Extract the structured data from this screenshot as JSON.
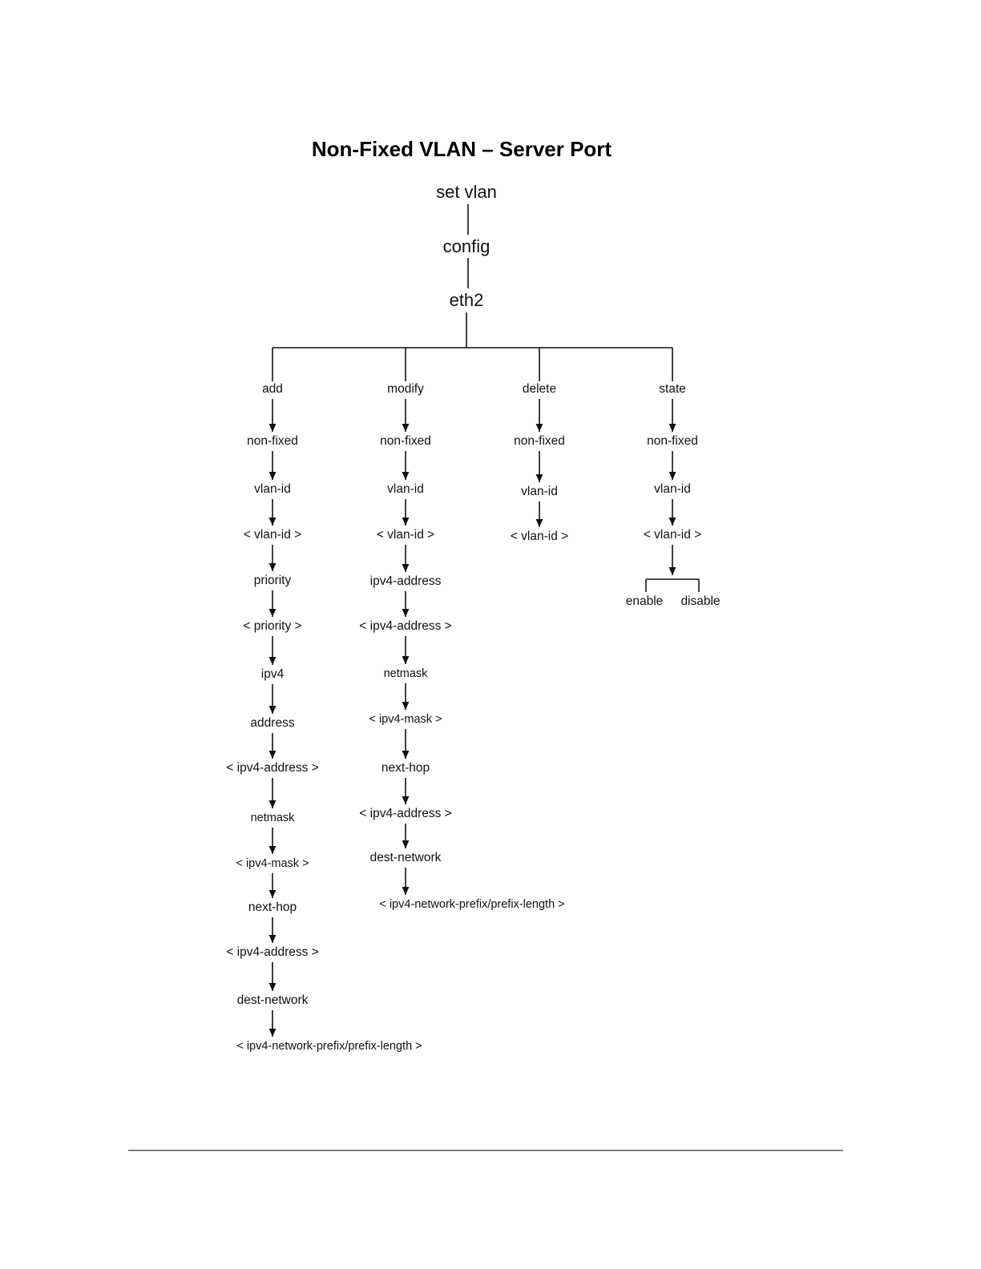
{
  "title": "Non-Fixed VLAN – Server Port",
  "root_chain": [
    "set vlan",
    "config",
    "eth2"
  ],
  "branches": [
    {
      "head": "add",
      "nodes": [
        "non-fixed",
        "vlan-id",
        "< vlan-id >",
        "priority",
        "< priority >",
        "ipv4",
        "address",
        "< ipv4-address >",
        "netmask",
        "< ipv4-mask >",
        "next-hop",
        "< ipv4-address >",
        "dest-network",
        "< ipv4-network-prefix/prefix-length >"
      ]
    },
    {
      "head": "modify",
      "nodes": [
        "non-fixed",
        "vlan-id",
        "< vlan-id >",
        "ipv4-address",
        "< ipv4-address >",
        "netmask",
        "< ipv4-mask >",
        "next-hop",
        "< ipv4-address >",
        "dest-network",
        "< ipv4-network-prefix/prefix-length >"
      ]
    },
    {
      "head": "delete",
      "nodes": [
        "non-fixed",
        "vlan-id",
        "< vlan-id >"
      ]
    },
    {
      "head": "state",
      "nodes": [
        "non-fixed",
        "vlan-id",
        "< vlan-id >"
      ],
      "choices": [
        "enable",
        "disable"
      ]
    }
  ]
}
